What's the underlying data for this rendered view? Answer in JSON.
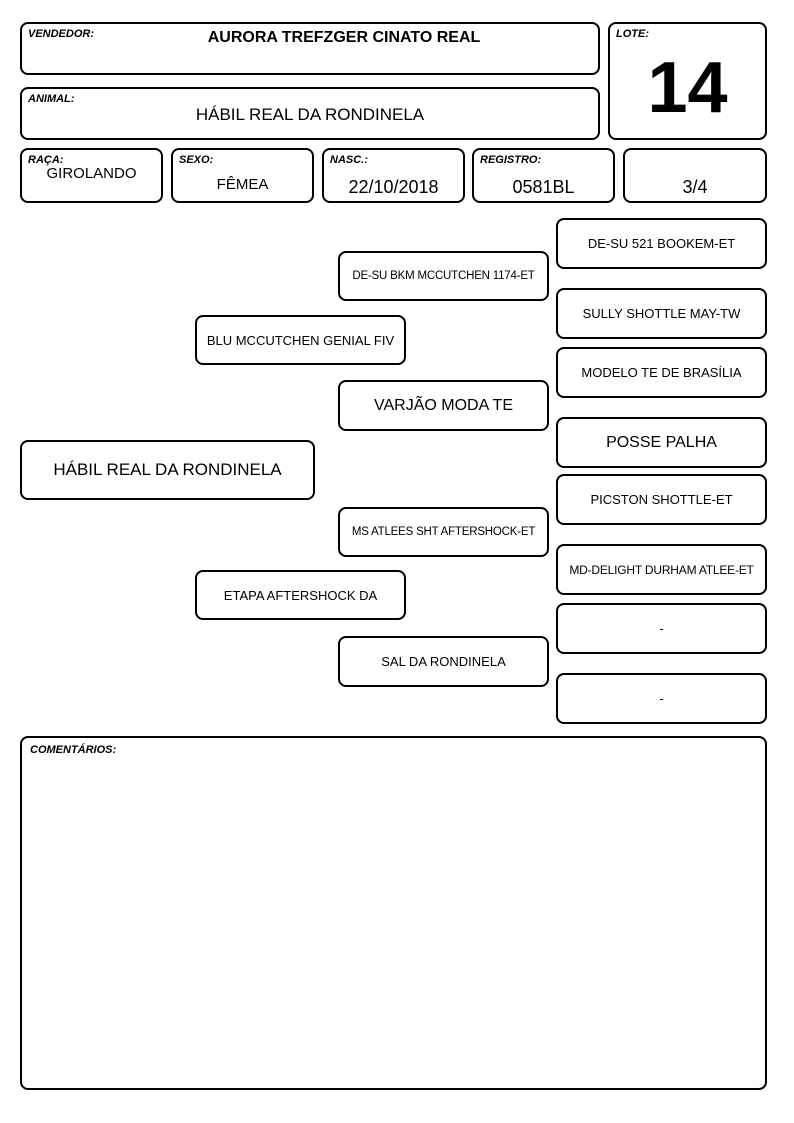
{
  "seller": {
    "label": "VENDEDOR:",
    "value": "AURORA TREFZGER CINATO REAL"
  },
  "lot": {
    "label": "LOTE:",
    "value": "14"
  },
  "animal": {
    "label": "ANIMAL:",
    "value": "HÁBIL REAL DA RONDINELA"
  },
  "breed": {
    "label": "RAÇA:",
    "value": "GIROLANDO"
  },
  "sex": {
    "label": "SEXO:",
    "value": "FÊMEA"
  },
  "birth": {
    "label": "NASC.:",
    "value": "22/10/2018"
  },
  "registry": {
    "label": "REGISTRO:",
    "value": "0581BL"
  },
  "grade": {
    "value": "3/4"
  },
  "pedigree": {
    "animal": "HÁBIL REAL DA RONDINELA",
    "sire": "BLU MCCUTCHEN GENIAL FIV",
    "dam": "ETAPA AFTERSHOCK DA",
    "sire_sire": "DE-SU BKM MCCUTCHEN 1174-ET",
    "sire_dam": "VARJÃO MODA TE",
    "dam_sire": "MS ATLEES SHT AFTERSHOCK-ET",
    "dam_dam": "SAL DA RONDINELA",
    "ggp": [
      "DE-SU 521 BOOKEM-ET",
      "SULLY SHOTTLE MAY-TW",
      "MODELO TE DE BRASÍLIA",
      "POSSE PALHA",
      "PICSTON SHOTTLE-ET",
      "MD-DELIGHT DURHAM ATLEE-ET",
      "-",
      "-"
    ]
  },
  "comments": {
    "label": "COMENTÁRIOS:",
    "value": ""
  }
}
